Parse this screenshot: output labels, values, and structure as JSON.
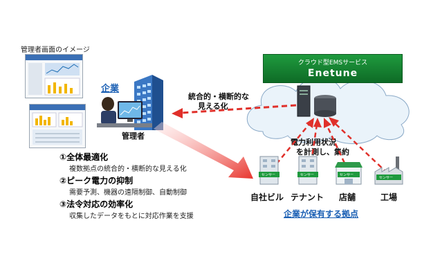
{
  "admin_screen_caption": "管理者画面のイメージ",
  "company_label": "企業",
  "manager_label": "管理者",
  "ems": {
    "subtitle": "クラウド型EMSサービス",
    "name": "Enetune"
  },
  "visualization_label": [
    "統合的・横断的な",
    "見える化"
  ],
  "measure_label": [
    "電力利用状況",
    "を計測し、集約"
  ],
  "sites": [
    {
      "label": "自社ビル",
      "sensor": "センサー"
    },
    {
      "label": "テナント",
      "sensor": "センサー"
    },
    {
      "label": "店舗",
      "sensor": "センサー"
    },
    {
      "label": "工場",
      "sensor": "センサー"
    }
  ],
  "sites_caption": "企業が保有する拠点",
  "benefits": [
    {
      "title": "①全体最適化",
      "desc": "複数拠点の統合的・横断的な見える化"
    },
    {
      "title": "②ピーク電力の抑制",
      "desc": "需要予測、機器の遠隔制御、自動制御"
    },
    {
      "title": "③法令対応の効率化",
      "desc": "収集したデータをもとに対応作業を支援"
    }
  ],
  "colors": {
    "ems_green": "#1f9a3e",
    "arrow_red": "#e0302a",
    "link_blue": "#1a5fb4",
    "cloud_fill": "#e8f2f9"
  }
}
